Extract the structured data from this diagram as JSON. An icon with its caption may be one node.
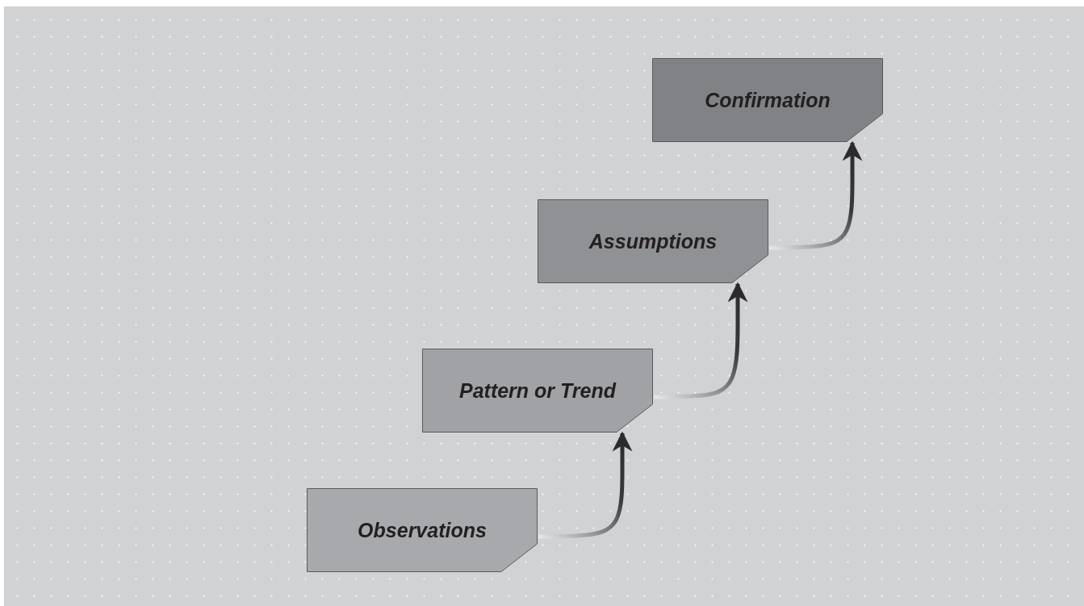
{
  "diagram": {
    "nodes": [
      {
        "text": [
          "Observations"
        ]
      },
      {
        "text": [
          "Pattern or Trend"
        ]
      },
      {
        "text": [
          "Assumptions"
        ]
      },
      {
        "text": [
          "Confirmation"
        ]
      }
    ],
    "edges": [
      {
        "from": 0,
        "to": 1,
        "arrow": "to"
      },
      {
        "from": 1,
        "to": 2,
        "arrow": "to"
      },
      {
        "from": 2,
        "to": 3,
        "arrow": "to"
      }
    ]
  }
}
